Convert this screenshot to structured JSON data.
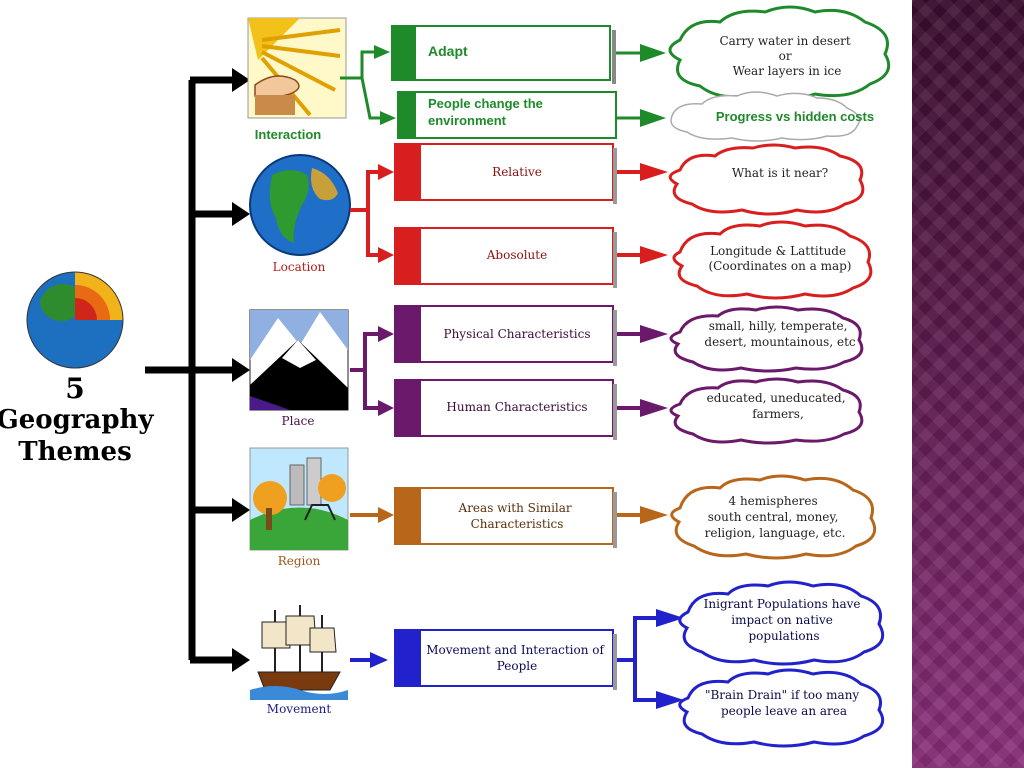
{
  "root": {
    "number": "5",
    "line1": "Geography",
    "line2": "Themes"
  },
  "themes": [
    {
      "label": "Interaction",
      "color": "#1f8a2a",
      "boxes": [
        "Adapt",
        "People change the environment"
      ],
      "clouds": [
        [
          "Carry water in desert",
          "or",
          "Wear layers in ice"
        ],
        [
          "Progress vs hidden costs"
        ]
      ]
    },
    {
      "label": "Location",
      "color": "#d81e1e",
      "boxes": [
        "Relative",
        "Abosolute"
      ],
      "clouds": [
        [
          "What is it near?"
        ],
        [
          "Longitude & Lattitude",
          "(Coordinates on a map)"
        ]
      ]
    },
    {
      "label": "Place",
      "color": "#6b1a6b",
      "boxes": [
        "Physical Characteristics",
        "Human Characteristics"
      ],
      "clouds": [
        [
          "small, hilly, temperate,",
          "desert, mountainous, etc"
        ],
        [
          "educated, uneducated,",
          "farmers,"
        ]
      ]
    },
    {
      "label": "Region",
      "color": "#b8661a",
      "boxes": [
        "Areas with Similar Characteristics"
      ],
      "clouds": [
        [
          "4 hemispheres",
          "south central, money,",
          "religion, language, etc."
        ]
      ]
    },
    {
      "label": "Movement",
      "color": "#2222cc",
      "boxes": [
        "Movement and Interaction of People"
      ],
      "clouds": [
        [
          "Inigrant Populations have",
          "impact on native",
          "populations"
        ],
        [
          "\"Brain Drain\" if too many",
          "people leave an area"
        ]
      ]
    }
  ],
  "colors": {
    "accent_panel": "#5b1a4c",
    "arrow": "#000000"
  },
  "icons": [
    "sun-hand-icon",
    "globe-icon",
    "mountain-icon",
    "region-park-icon",
    "ship-icon",
    "earth-cutaway-icon"
  ]
}
